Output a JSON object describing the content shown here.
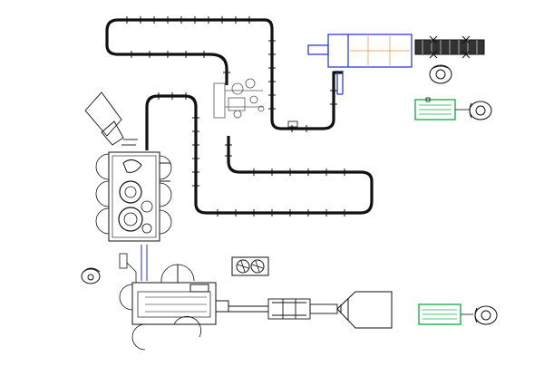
{
  "diagram": {
    "kind": "bottling-line-layout",
    "colors": {
      "line": "#111111",
      "blue": "#1f2bd6",
      "orange": "#f08a2b",
      "green": "#18b34a",
      "gray": "#777777"
    },
    "components": [
      "conveyor-upper",
      "conveyor-lower",
      "filler-block",
      "labeler-station",
      "palletizer-blue",
      "packing-conveyor",
      "packing-table-upper",
      "packing-table-lower",
      "operator-top",
      "operator-right-upper",
      "operator-right-lower",
      "bottle-blower",
      "preform-feed",
      "compressor-fans",
      "hopper-funnel"
    ]
  }
}
